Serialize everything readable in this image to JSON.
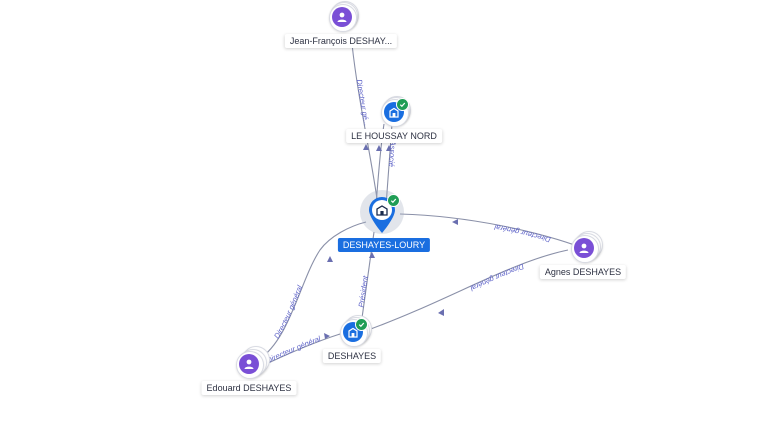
{
  "colors": {
    "person": "#7a4fd6",
    "company": "#1a6ee0",
    "verified": "#1f9d55",
    "edge": "#8a90a8",
    "edge_label": "#5a5fc7"
  },
  "nodes": [
    {
      "id": "jf",
      "label": "Jean-François DESHAY...",
      "type": "person",
      "icon": "person-icon"
    },
    {
      "id": "lhn",
      "label": "LE HOUSSAY NORD",
      "type": "company",
      "icon": "building-icon",
      "verified": true
    },
    {
      "id": "dl",
      "label": "DESHAYES-LOURY",
      "type": "company",
      "icon": "building-icon",
      "verified": true,
      "focus": true
    },
    {
      "id": "agnes",
      "label": "Agnes DESHAYES",
      "type": "person",
      "icon": "person-icon"
    },
    {
      "id": "deshayes",
      "label": "DESHAYES",
      "type": "company",
      "icon": "building-icon",
      "verified": true
    },
    {
      "id": "edouard",
      "label": "Edouard DESHAYES",
      "type": "person",
      "icon": "person-icon"
    }
  ],
  "edges": [
    {
      "id": "e1",
      "from": "jf",
      "to": "dl",
      "label": "Directeur gé..."
    },
    {
      "id": "e2",
      "from": "lhn",
      "to": "dl",
      "label": "Associé"
    },
    {
      "id": "e3",
      "from": "agnes",
      "to": "dl",
      "label": "Directeur général"
    },
    {
      "id": "e4",
      "from": "agnes",
      "to": "deshayes",
      "label": "Directeur général"
    },
    {
      "id": "e5",
      "from": "deshayes",
      "to": "dl",
      "label": "Président"
    },
    {
      "id": "e6",
      "from": "edouard",
      "to": "dl",
      "label": "Directeur général"
    },
    {
      "id": "e7",
      "from": "edouard",
      "to": "deshayes",
      "label": "Directeur général"
    }
  ]
}
